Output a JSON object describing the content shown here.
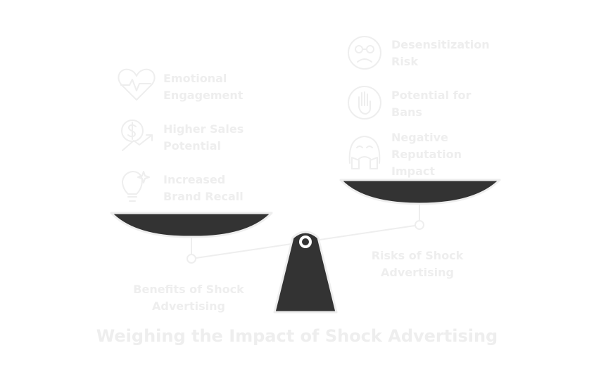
{
  "title": "Weighing the Impact of Shock Advertising",
  "benefits": {
    "label_line1": "Benefits of Shock",
    "label_line2": "Advertising",
    "items": [
      {
        "line1": "Emotional",
        "line2": "Engagement",
        "icon": "heart-pulse-icon"
      },
      {
        "line1": "Higher Sales",
        "line2": "Potential",
        "icon": "dollar-growth-icon"
      },
      {
        "line1": "Increased",
        "line2": "Brand Recall",
        "icon": "lightbulb-icon"
      }
    ]
  },
  "risks": {
    "label_line1": "Risks of Shock",
    "label_line2": "Advertising",
    "items": [
      {
        "line1": "Desensitization",
        "line2": "Risk",
        "line3": "",
        "icon": "sad-face-icon"
      },
      {
        "line1": "Potential for",
        "line2": "Bans",
        "line3": "",
        "icon": "stop-hand-icon"
      },
      {
        "line1": "Negative",
        "line2": "Reputation",
        "line3": "Impact",
        "icon": "crying-face-icon"
      }
    ]
  },
  "colors": {
    "pan": "#333333",
    "faint": "#eeeeee",
    "outline": "#e6e6e6"
  }
}
